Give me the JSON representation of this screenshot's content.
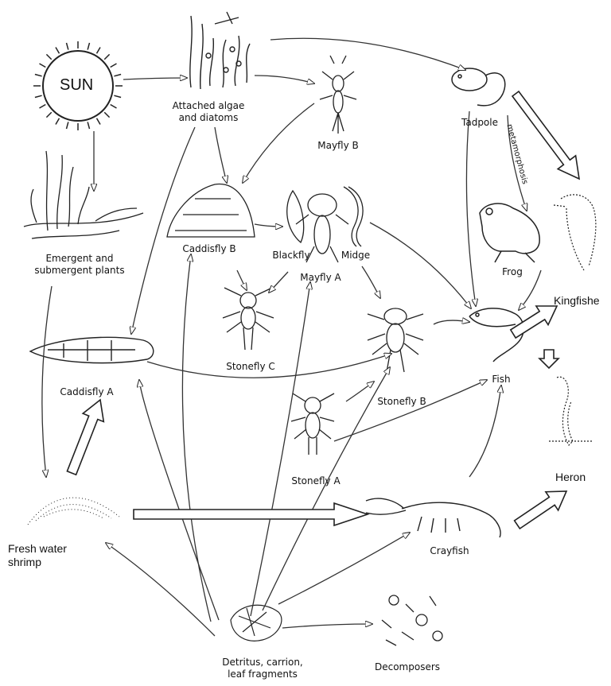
{
  "sun": "SUN",
  "nodes": {
    "algae": [
      "Attached algae",
      "and diatoms"
    ],
    "mayfly_b": "Mayfly B",
    "tadpole": "Tadpole",
    "metamorphosis": "metamorphosis",
    "frog": "Frog",
    "plants": [
      "Emergent and",
      "submergent plants"
    ],
    "caddisfly_b": "Caddisfly B",
    "blackfly": "Blackfly",
    "midge": "Midge",
    "mayfly_a": "Mayfly A",
    "stonefly_c": "Stonefly C",
    "caddisfly_a": "Caddisfly A",
    "stonefly_b": "Stonefly B",
    "stonefly_a": "Stonefly A",
    "fish": "Fish",
    "kingfisher": "Kingfishe",
    "heron": "Heron",
    "shrimp": [
      "Fresh water",
      "shrimp"
    ],
    "crayfish": "Crayfish",
    "detritus": [
      "Detritus, carrion,",
      "leaf fragments"
    ],
    "decomposers": "Decomposers"
  }
}
